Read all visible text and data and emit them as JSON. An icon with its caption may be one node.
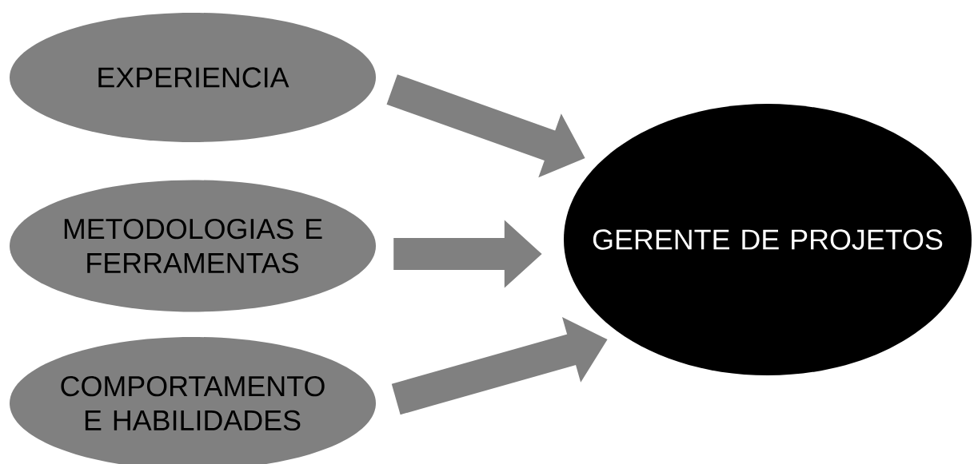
{
  "diagram": {
    "nodes": [
      {
        "text": [
          "EXPERIENCIA"
        ]
      },
      {
        "text": [
          "METODOLOGIAS E FERRAMENTAS"
        ]
      },
      {
        "text": [
          "COMPORTAMENTO E HABILIDADES"
        ]
      },
      {
        "text": [
          "GERENTE DE PROJETOS"
        ]
      }
    ],
    "edges": [
      {
        "from": 0,
        "to": 3,
        "arrow": "to"
      },
      {
        "from": 1,
        "to": 3,
        "arrow": "to"
      },
      {
        "from": 2,
        "to": 3,
        "arrow": "to"
      }
    ]
  }
}
